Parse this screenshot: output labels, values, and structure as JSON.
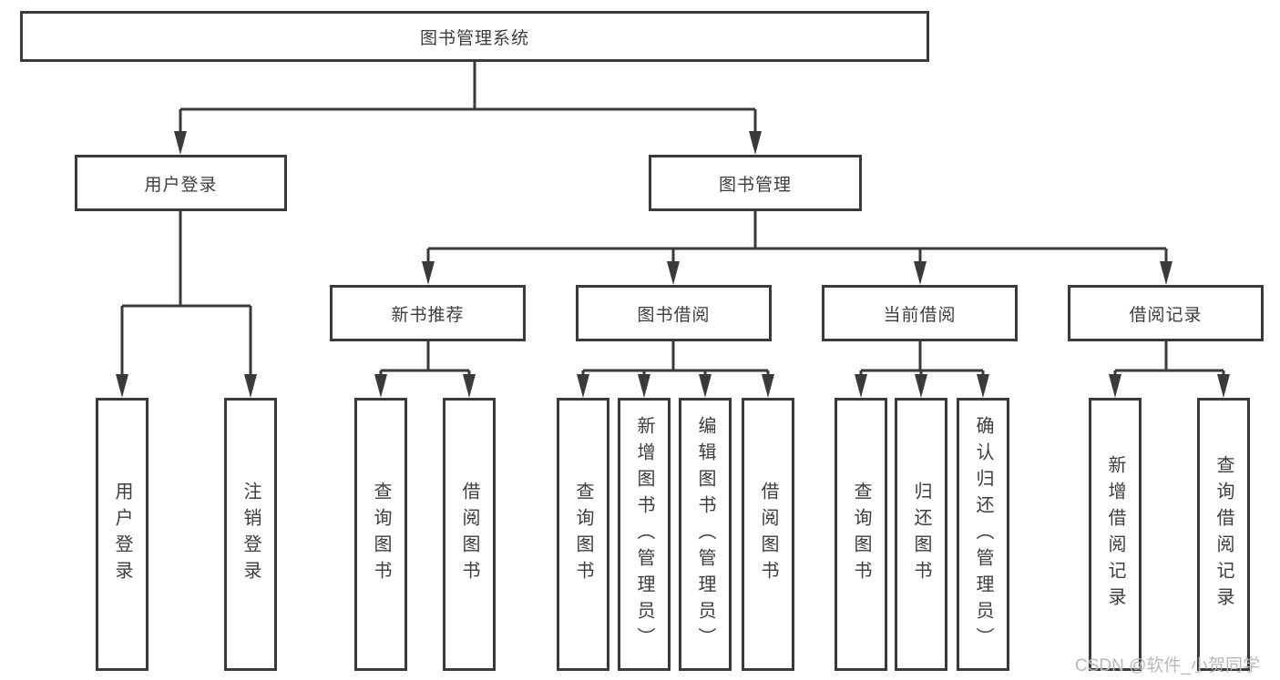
{
  "tree": {
    "root": {
      "label": "图书管理系统",
      "children": [
        {
          "label": "用户登录",
          "children": [
            {
              "label": "用户登录"
            },
            {
              "label": "注销登录"
            }
          ]
        },
        {
          "label": "图书管理",
          "children": [
            {
              "label": "新书推荐",
              "children": [
                {
                  "label": "查询图书"
                },
                {
                  "label": "借阅图书"
                }
              ]
            },
            {
              "label": "图书借阅",
              "children": [
                {
                  "label": "查询图书"
                },
                {
                  "label": "新增图书（管理员）"
                },
                {
                  "label": "编辑图书（管理员）"
                },
                {
                  "label": "借阅图书"
                }
              ]
            },
            {
              "label": "当前借阅",
              "children": [
                {
                  "label": "查询图书"
                },
                {
                  "label": "归还图书"
                },
                {
                  "label": "确认归还（管理员）"
                }
              ]
            },
            {
              "label": "借阅记录",
              "children": [
                {
                  "label": "新增借阅记录"
                },
                {
                  "label": "查询借阅记录"
                }
              ]
            }
          ]
        }
      ]
    }
  },
  "watermark": "CSDN @软件_小贺同学",
  "colors": {
    "line": "#3a3a3a",
    "text": "#3d3d3d",
    "watermark": "#b9b9b9",
    "background": "#ffffff"
  }
}
